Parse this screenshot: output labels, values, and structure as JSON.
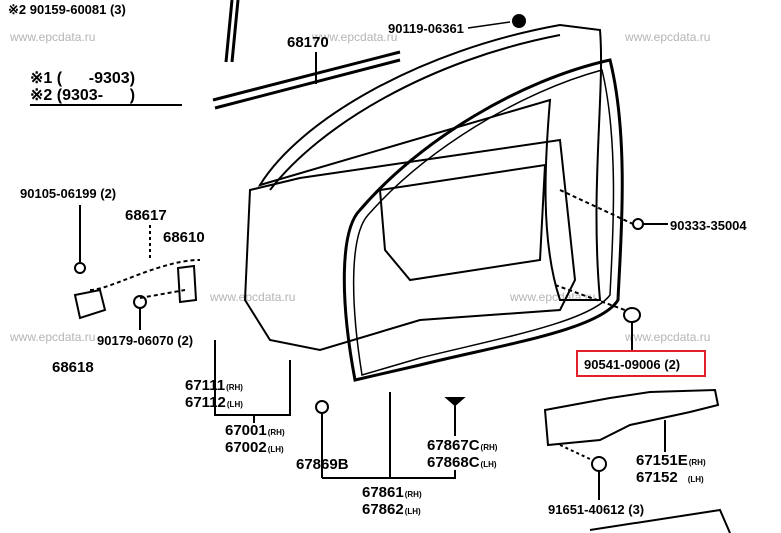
{
  "watermark": "www.epcdata.ru",
  "legend": {
    "note1_mark": "※1",
    "note1_range": "(      -9303)",
    "note2_mark": "※2",
    "note2_range": "(9303-      )"
  },
  "callouts": {
    "p90159": "※2 90159-60081 (3)",
    "p68170": "68170",
    "p90119": "90119-06361",
    "p90105": "90105-06199 (2)",
    "p68617": "68617",
    "p68610": "68610",
    "p90333": "90333-35004",
    "p90179": "90179-06070 (2)",
    "p68618": "68618",
    "p90541": "90541-09006 (2)",
    "p67111": "67111",
    "p67111_side": "(RH)",
    "p67112": "67112",
    "p67112_side": "(LH)",
    "p67001": "67001",
    "p67001_side": "(RH)",
    "p67002": "67002",
    "p67002_side": "(LH)",
    "p67869B": "67869B",
    "p67867C": "67867C",
    "p67867C_side": "(RH)",
    "p67868C": "67868C",
    "p67868C_side": "(LH)",
    "p67151E": "67151E",
    "p67151E_side": "(RH)",
    "p67152": "67152",
    "p67152_side": "(LH)",
    "p67861": "67861",
    "p67861_side": "(RH)",
    "p67862": "67862",
    "p67862_side": "(LH)",
    "p91651": "91651-40612 (3)"
  },
  "highlight_color": "#e3202a"
}
